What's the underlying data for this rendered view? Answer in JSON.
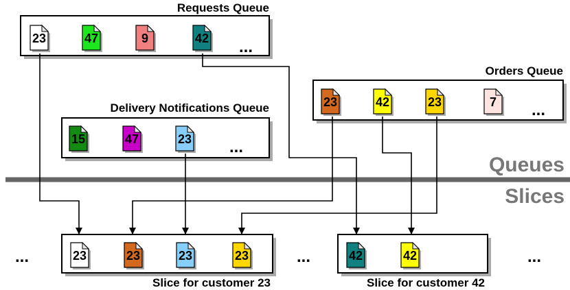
{
  "sections": {
    "queues": "Queues",
    "slices": "Slices"
  },
  "requests_queue": {
    "title": "Requests Queue",
    "messages": [
      {
        "label": "23",
        "color": "#ffffff"
      },
      {
        "label": "47",
        "color": "#1ee61e"
      },
      {
        "label": "9",
        "color": "#f08080"
      },
      {
        "label": "42",
        "color": "#108080"
      }
    ],
    "more": "..."
  },
  "orders_queue": {
    "title": "Orders Queue",
    "messages": [
      {
        "label": "23",
        "color": "#d2691e"
      },
      {
        "label": "42",
        "color": "#ffff00"
      },
      {
        "label": "23",
        "color": "#ffd700"
      },
      {
        "label": "7",
        "color": "#ffe4e1"
      }
    ],
    "more": "..."
  },
  "delivery_queue": {
    "title": "Delivery Notifications Queue",
    "messages": [
      {
        "label": "15",
        "color": "#138b13"
      },
      {
        "label": "47",
        "color": "#c800c8"
      },
      {
        "label": "23",
        "color": "#87cefa"
      }
    ],
    "more": "..."
  },
  "slice_23": {
    "title": "Slice for customer 23",
    "messages": [
      {
        "label": "23",
        "color": "#ffffff"
      },
      {
        "label": "23",
        "color": "#d2691e"
      },
      {
        "label": "23",
        "color": "#87cefa"
      },
      {
        "label": "23",
        "color": "#ffd700"
      }
    ]
  },
  "slice_42": {
    "title": "Slice for customer 42",
    "messages": [
      {
        "label": "42",
        "color": "#108080"
      },
      {
        "label": "42",
        "color": "#ffff00"
      }
    ]
  },
  "ellipses": {
    "slices_left": "...",
    "slices_middle": "...",
    "slices_right": "..."
  },
  "colors": {
    "divider": "#666666",
    "box_shadow": "#aaaaaa"
  }
}
